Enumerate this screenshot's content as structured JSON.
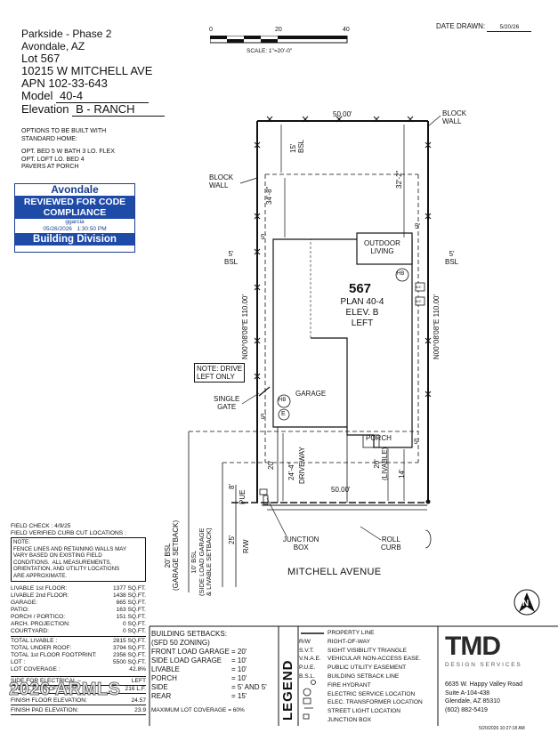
{
  "header": {
    "subdivision": "Parkside - Phase 2",
    "city": "Avondale, AZ",
    "lot": "Lot  567",
    "address": "10215 W MITCHELL AVE",
    "apn": "APN  102-33-643",
    "model_label": "Model",
    "model_value": "40-4",
    "elevation_label": "Elevation",
    "elevation_value": "B - RANCH"
  },
  "options": {
    "title": "OPTIONS TO BE BUILT WITH STANDARD HOME:",
    "items": [
      "OPT. BED 5 W BATH 3 LO. FLEX",
      "OPT. LOFT LO. BED 4",
      "PAVERS AT PORCH"
    ]
  },
  "stamp": {
    "city": "Avondale",
    "line1": "REVIEWED FOR CODE",
    "line2": "COMPLIANCE",
    "reviewer": "ggarcia",
    "date": "05/26/2026",
    "time": "1:30:50 PM",
    "division": "Building Division"
  },
  "scale": {
    "tick0": "0",
    "tick20": "20",
    "tick40": "40",
    "label": "SCALE:  1\"=20'-0\""
  },
  "date_drawn": {
    "label": "DATE DRAWN:",
    "value": "5/20/26"
  },
  "site": {
    "top_dim": "50.00'",
    "bottom_dim": "50.00'",
    "block_wall_right": "BLOCK\nWALL",
    "block_wall_left": "BLOCK\nWALL",
    "rear_bsl": "15'\nBSL",
    "rear_dim": "34'-8\"",
    "rear_dim_right": "32'-2\"",
    "side_left": "5'",
    "side_right": "5'",
    "bsl_left": "5'\nBSL",
    "bsl_right": "5'\nBSL",
    "bearing_left": "N00°08'08\"E 110.00'",
    "bearing_right": "N00°08'08\"E 110.00'",
    "outdoor_living": "OUTDOOR\nLIVING",
    "lot_number": "567",
    "plan": "PLAN 40-4",
    "elev": "ELEV. B",
    "hand": "LEFT",
    "hb": "HB",
    "ac": "A/C",
    "note_drive": "NOTE: DRIVE\nLEFT ONLY",
    "single_gate": "SINGLE\nGATE",
    "garage": "GARAGE",
    "elec": "E",
    "porch": "PORCH",
    "five_small": "5'",
    "twenty_ft": "20'",
    "drive_dim": "24'-4\"",
    "driveway": "DRIVEWAY",
    "twenty_livable": "20'\n(LIVABLE)",
    "fourteen": "14'",
    "eight": "8'",
    "pue": "PUE",
    "rw": "R/W",
    "twenty_five": "25'",
    "setback_20": "20' BSL\n(GARAGE SETBACK)",
    "setback_10": "10' BSL\n(SIDE LOAD GARAGE\n& LIVABLE SETBACK)",
    "junction_box": "JUNCTION\nBOX",
    "roll_curb": "ROLL\nCURB",
    "street": "MITCHELL AVENUE"
  },
  "field_check": {
    "line1": "FIELD CHECK : 4/9/25",
    "line2": "FIELD VERIFIED CURB CUT LOCATIONS :",
    "note": "NOTE:\nFENCE LINES AND RETAINING WALLS MAY\nVARY BASED ON EXISTING FIELD\nCONDITIONS.  ALL MEASUREMENTS,\nORIENTATION, AND UTILITY LOCATIONS\nARE APPROXIMATE."
  },
  "areas": [
    {
      "k": "LIVABLE 1st FLOOR:",
      "v": "1377  SQ.FT."
    },
    {
      "k": "LIVABLE 2nd FLOOR:",
      "v": "1438  SQ.FT."
    },
    {
      "k": "GARAGE:",
      "v": "665  SQ.FT."
    },
    {
      "k": "PATIO:",
      "v": "163  SQ.FT."
    },
    {
      "k": "PORCH / PORTICO:",
      "v": "151  SQ.FT."
    },
    {
      "k": "ARCH. PROJECTION:",
      "v": "0  SQ.FT."
    },
    {
      "k": "COURTYARD:",
      "v": "0  SQ.FT."
    }
  ],
  "totals": [
    {
      "k": "TOTAL LIVABLE :",
      "v": "2815  SQ.FT."
    },
    {
      "k": "TOTAL UNDER ROOF:",
      "v": "3794  SQ.FT."
    },
    {
      "k": "TOTAL 1st FLOOR FOOTPRINT:",
      "v": "2356  SQ.FT."
    },
    {
      "k": "LOT :",
      "v": "5500  SQ.FT."
    },
    {
      "k": "LOT COVERAGE :",
      "v": "42.8%"
    }
  ],
  "extras": [
    {
      "k": "SIDE FOR ELECTRICAL –",
      "v": "LEFT"
    },
    {
      "k": "LINEAL FEET OF FENCE:",
      "v": "216  L.F."
    },
    {
      "k": "FINISH FLOOR ELEVATION:",
      "v": "24.57"
    },
    {
      "k": "FINISH PAD ELEVATION:",
      "v": "23.9"
    }
  ],
  "setbacks": {
    "title": "BUILDING SETBACKS:",
    "zoning": "(SFD 50 ZONING)",
    "rows": [
      {
        "k": "FRONT LOAD GARAGE",
        "v": "= 20'"
      },
      {
        "k": "SIDE LOAD GARAGE",
        "v": "= 10'"
      },
      {
        "k": "LIVABLE",
        "v": "= 10'"
      },
      {
        "k": "PORCH",
        "v": "= 10'"
      },
      {
        "k": "SIDE",
        "v": "= 5' AND 5'"
      },
      {
        "k": "REAR",
        "v": "= 15'"
      }
    ],
    "max_lot": "MAXIMUM LOT COVERAGE = 60%"
  },
  "legend": {
    "title": "LEGEND",
    "rows": [
      {
        "k": "",
        "v": "PROPERTY LINE"
      },
      {
        "k": "R/W",
        "v": "RIGHT-OF-WAY"
      },
      {
        "k": "S.V.T.",
        "v": "SIGHT VISIBILITY TRIANGLE"
      },
      {
        "k": "V.N.A.E.",
        "v": "VEHICULAR NON-ACCESS EASE."
      },
      {
        "k": "P.U.E.",
        "v": "PUBLIC UTILITY EASEMENT"
      },
      {
        "k": "B.S.L.",
        "v": "BUILDING SETBACK LINE"
      },
      {
        "k": "",
        "v": "FIRE HYDRANT"
      },
      {
        "k": "",
        "v": "ELECTRIC SERVICE LOCATION"
      },
      {
        "k": "",
        "v": "ELEC. TRANSFORMER LOCATION"
      },
      {
        "k": "",
        "v": "STREET LIGHT LOCATION"
      },
      {
        "k": "",
        "v": "JUNCTION BOX"
      }
    ]
  },
  "company": {
    "logo": "TMD",
    "tagline": "DESIGN SERVICES",
    "addr1": "6635 W. Happy Valley Road",
    "addr2": "Suite A-104-438",
    "addr3": "Glendale, AZ 85310",
    "phone": "(602) 882-5419"
  },
  "watermark": "2026 ARMLS",
  "footer_stamp": "5/20/2026 10:27:18 AM"
}
